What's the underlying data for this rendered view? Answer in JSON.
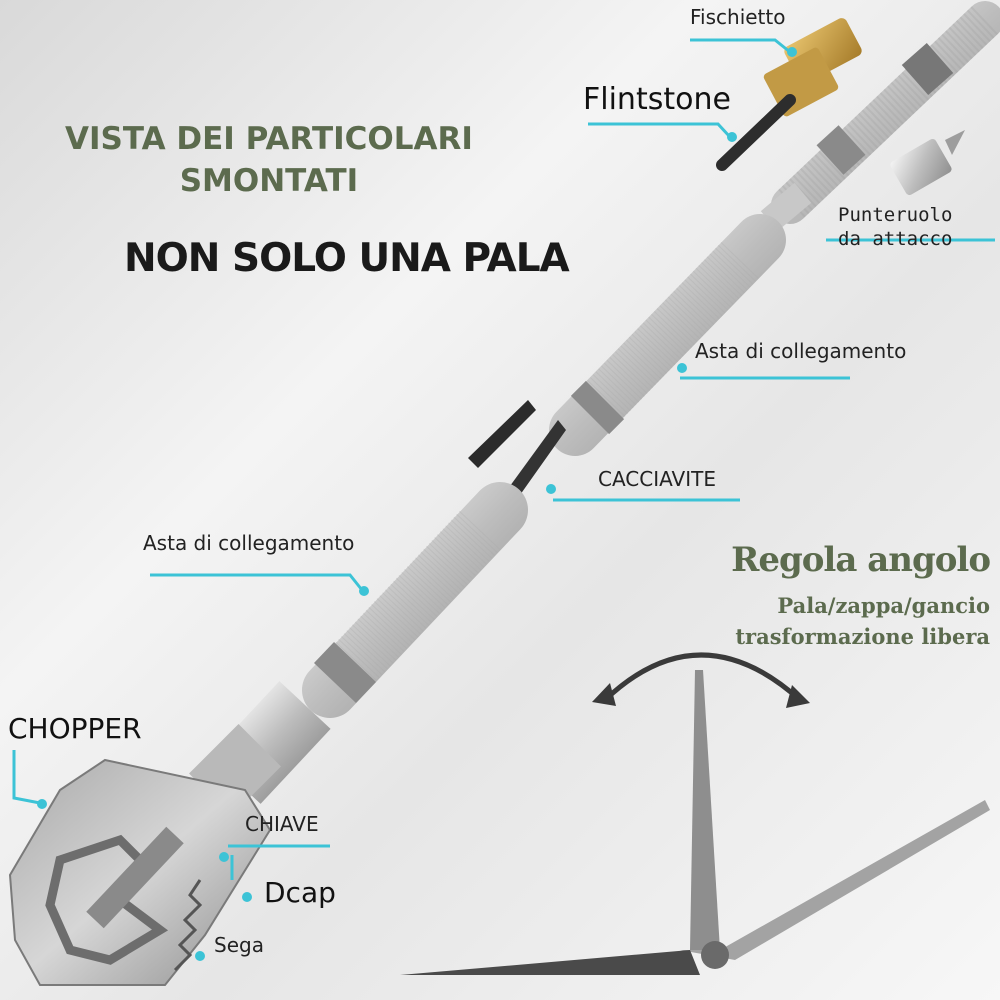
{
  "heading": {
    "line1": "VISTA DEI PARTICOLARI",
    "line2": "SMONTATI",
    "tagline": "NON SOLO UNA PALA"
  },
  "labels": {
    "fischietto": "Fischietto",
    "flintstone": "Flintstone",
    "punteruolo_line1": "Punteruolo",
    "punteruolo_line2": "da attacco",
    "asta_upper": "Asta di collegamento",
    "cacciavite": "CACCIAVITE",
    "asta_lower": "Asta di collegamento",
    "chopper": "CHOPPER",
    "chiave": "CHIAVE",
    "dcap": "Dcap",
    "sega": "Sega"
  },
  "angle_info": {
    "title": "Regola angolo",
    "line1": "Pala/zappa/gancio",
    "line2": "trasformazione libera"
  },
  "colors": {
    "accent_cyan": "#3cc3d6",
    "heading_green": "#5c6b4e",
    "metal": "#c4c4c4",
    "brass": "#c9a24a",
    "dark": "#2a2a2a"
  }
}
